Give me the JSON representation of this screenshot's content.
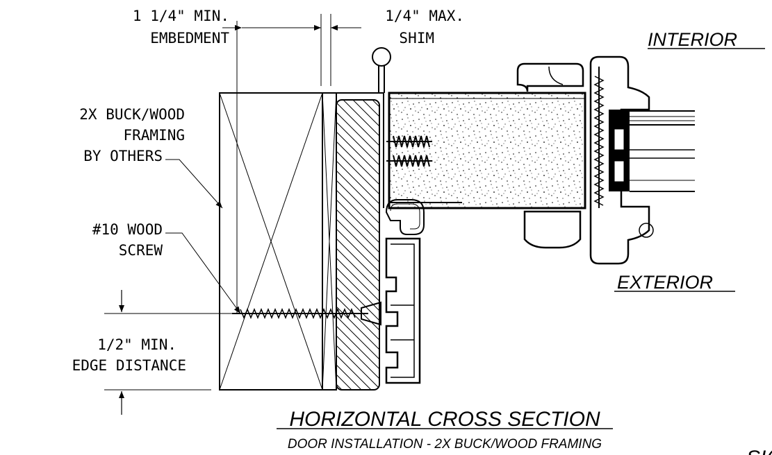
{
  "labels": {
    "embedment_line1": "1 1/4\" MIN.",
    "embedment_line2": "EMBEDMENT",
    "shim_line1": "1/4\" MAX.",
    "shim_line2": "SHIM",
    "buck_line1": "2X BUCK/WOOD",
    "buck_line2": "FRAMING",
    "buck_line3": "BY OTHERS",
    "screw_line1": "#10 WOOD",
    "screw_line2": "SCREW",
    "edge_line1": "1/2\" MIN.",
    "edge_line2": "EDGE DISTANCE",
    "interior": "INTERIOR",
    "exterior": "EXTERIOR"
  },
  "title": {
    "main": "HORIZONTAL CROSS SECTION",
    "sub": "DOOR INSTALLATION - 2X BUCK/WOOD FRAMING",
    "corner_fragment": "SI("
  },
  "colors": {
    "line": "#000000",
    "background": "#ffffff"
  }
}
